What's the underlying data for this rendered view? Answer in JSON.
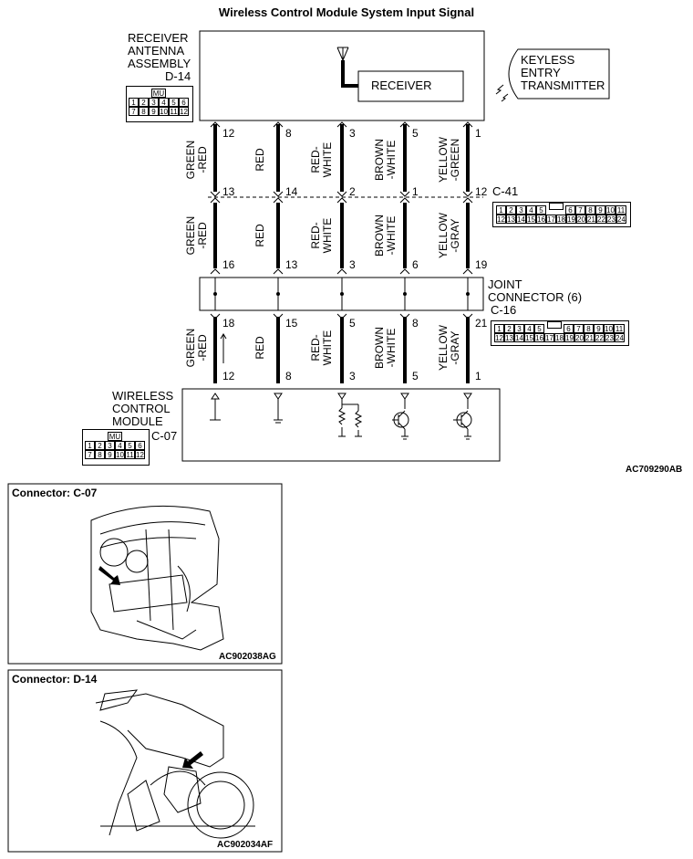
{
  "title": "Wireless Control Module System Input Signal",
  "receiver_antenna": {
    "label_lines": [
      "RECEIVER",
      "ANTENNA",
      "ASSEMBLY"
    ],
    "code": "D-14",
    "receiver_label": "RECEIVER",
    "connector_tag": "MU",
    "connector_row1": [
      "1",
      "2",
      "3",
      "4",
      "5",
      "6"
    ],
    "connector_row2": [
      "7",
      "8",
      "9",
      "10",
      "11",
      "12"
    ]
  },
  "keyless_transmitter": {
    "label_lines": [
      "KEYLESS",
      "ENTRY",
      "TRANSMITTER"
    ]
  },
  "c41": {
    "code": "C-41",
    "row1": [
      "1",
      "2",
      "3",
      "4",
      "5",
      "",
      "6",
      "7",
      "8",
      "9",
      "10",
      "11"
    ],
    "row2": [
      "12",
      "13",
      "14",
      "15",
      "16",
      "17",
      "18",
      "19",
      "20",
      "21",
      "22",
      "23",
      "24"
    ]
  },
  "joint_connector": {
    "label_lines": [
      "JOINT",
      "CONNECTOR (6)"
    ],
    "code": "C-16",
    "row1": [
      "1",
      "2",
      "3",
      "4",
      "5",
      "",
      "6",
      "7",
      "8",
      "9",
      "10",
      "11"
    ],
    "row2": [
      "12",
      "13",
      "14",
      "15",
      "16",
      "17",
      "18",
      "19",
      "20",
      "21",
      "22",
      "23",
      "24"
    ]
  },
  "wireless_module": {
    "label_lines": [
      "WIRELESS",
      "CONTROL",
      "MODULE"
    ],
    "code": "C-07",
    "connector_tag": "MU",
    "connector_row1": [
      "1",
      "2",
      "3",
      "4",
      "5",
      "6"
    ],
    "connector_row2": [
      "7",
      "8",
      "9",
      "10",
      "11",
      "12"
    ]
  },
  "wires": [
    {
      "top_pin": "12",
      "seg1_color": "GREEN\n-RED",
      "mid_top_pin": "13",
      "seg2_color": "GREEN\n-RED",
      "mid_bottom_pin": "16",
      "jc_pin": "18",
      "seg3_color": "GREEN\n-RED",
      "bottom_pin": "12"
    },
    {
      "top_pin": "8",
      "seg1_color": "RED",
      "mid_top_pin": "14",
      "seg2_color": "RED",
      "mid_bottom_pin": "13",
      "jc_pin": "15",
      "seg3_color": "RED",
      "bottom_pin": "8"
    },
    {
      "top_pin": "3",
      "seg1_color": "RED-\nWHITE",
      "mid_top_pin": "2",
      "seg2_color": "RED-\nWHITE",
      "mid_bottom_pin": "3",
      "jc_pin": "5",
      "seg3_color": "RED-\nWHITE",
      "bottom_pin": "3"
    },
    {
      "top_pin": "5",
      "seg1_color": "BROWN\n-WHITE",
      "mid_top_pin": "1",
      "seg2_color": "BROWN\n-WHITE",
      "mid_bottom_pin": "6",
      "jc_pin": "8",
      "seg3_color": "BROWN\n-WHITE",
      "bottom_pin": "5"
    },
    {
      "top_pin": "1",
      "seg1_color": "YELLOW\n-GREEN",
      "mid_top_pin": "12",
      "seg2_color": "YELLOW\n-GRAY",
      "mid_bottom_pin": "19",
      "jc_pin": "21",
      "seg3_color": "YELLOW\n-GRAY",
      "bottom_pin": "1"
    }
  ],
  "figure_code_main": "AC709290AB",
  "connector_c07_panel": {
    "title": "Connector: C-07",
    "figure_code": "AC902038AG"
  },
  "connector_d14_panel": {
    "title": "Connector: D-14",
    "figure_code": "AC902034AF"
  }
}
